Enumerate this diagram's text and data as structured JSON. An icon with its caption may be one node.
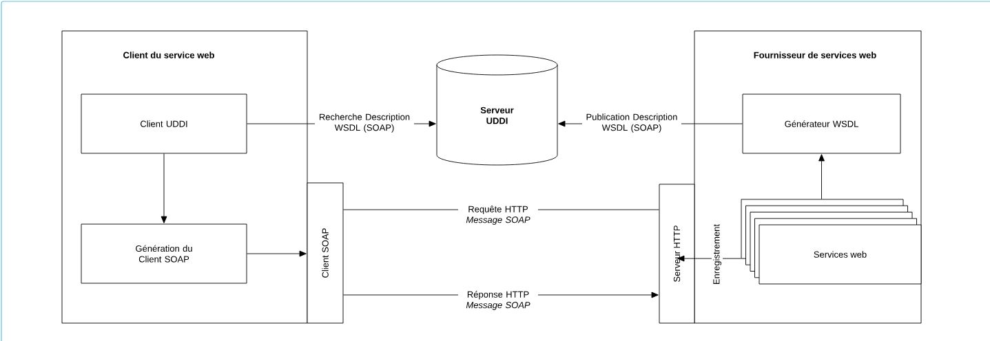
{
  "diagram": {
    "nodes": [
      {
        "text": [
          "Client du service web"
        ]
      },
      {
        "text": [
          "Client UDDI"
        ],
        "in": 0
      },
      {
        "text": [
          "Génération du Client SOAP"
        ],
        "in": 0
      },
      {
        "text": [
          "Client SOAP"
        ]
      },
      {
        "text": [
          "Serveur UDDI"
        ]
      },
      {
        "text": [
          "Fournisseur de services web"
        ]
      },
      {
        "text": [
          "Générateur WSDL"
        ],
        "in": 5
      },
      {
        "text": [
          "Services web"
        ],
        "in": 5
      },
      {
        "text": [
          "Serveur HTTP"
        ]
      }
    ],
    "edges": [
      {
        "from": 1,
        "to": 4,
        "arrow": "to",
        "label": "Recherche Description WSDL (SOAP)"
      },
      {
        "from": 6,
        "to": 4,
        "arrow": "to",
        "label": "Publication Description WSDL (SOAP)"
      },
      {
        "from": 1,
        "to": 2,
        "arrow": "to"
      },
      {
        "from": 2,
        "to": 3,
        "arrow": "to"
      },
      {
        "from": 3,
        "to": 8,
        "arrow": "none",
        "label": "Requête HTTP *Message SOAP*"
      },
      {
        "from": 3,
        "to": 8,
        "arrow": "to",
        "label": "Réponse HTTP *Message SOAP*"
      },
      {
        "from": 7,
        "to": 6,
        "arrow": "to"
      },
      {
        "from": 7,
        "to": 8,
        "arrow": "to",
        "label": "Enregistrement"
      }
    ]
  }
}
